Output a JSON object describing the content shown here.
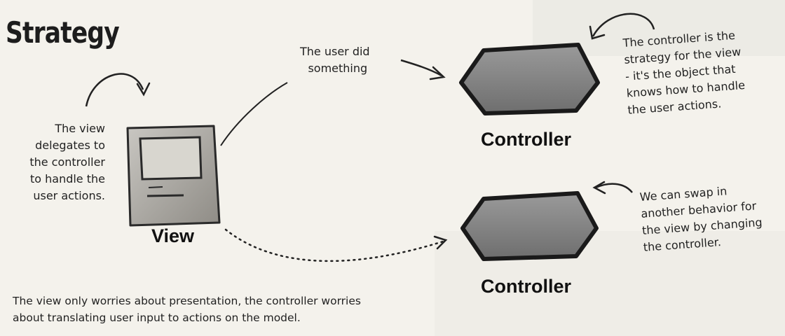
{
  "title": "Strategy",
  "annotations": {
    "user_did": [
      "The user did",
      "something"
    ],
    "view_delegates": [
      "The view",
      "delegates to",
      "the controller",
      "to handle the",
      "user actions."
    ],
    "controller_strategy": [
      "The controller is the",
      "strategy for the view",
      "- it's the object that",
      "knows how to handle",
      "the user actions."
    ],
    "swap": [
      "We can swap in",
      "another behavior for",
      "the view by changing",
      "the controller."
    ],
    "bottom_note": [
      "The view only worries about presentation, the controller worries",
      "about translating user input to actions on the model."
    ]
  },
  "labels": {
    "view": "View",
    "controller_top": "Controller",
    "controller_bottom": "Controller"
  }
}
